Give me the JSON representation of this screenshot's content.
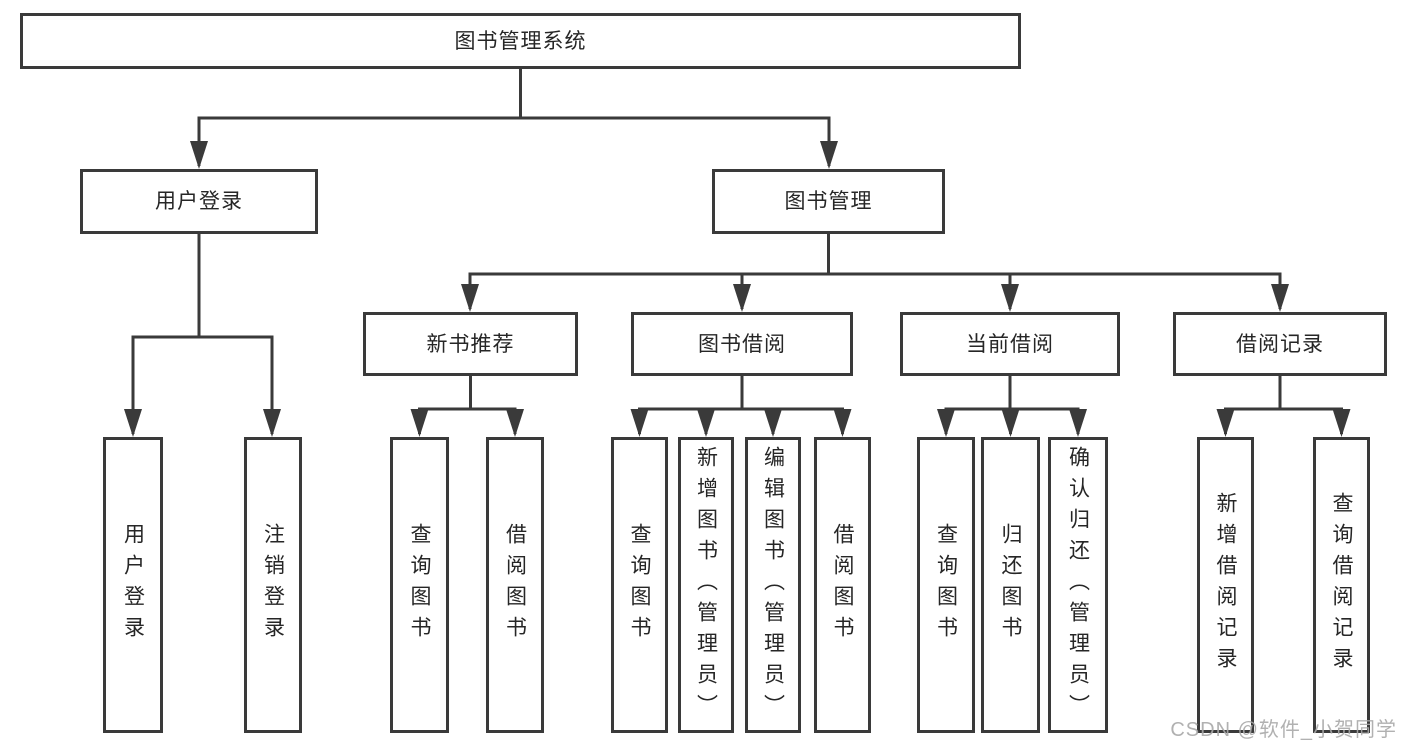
{
  "colors": {
    "line": "#3a3a3a",
    "box_border": "#3a3a3a",
    "text": "#262626",
    "watermark": "#a9a9a9",
    "background": "#ffffff"
  },
  "watermark": "CSDN @软件_小贺同学",
  "tree": {
    "label": "图书管理系统",
    "children": [
      {
        "label": "用户登录",
        "children": [
          {
            "label": "用户登录"
          },
          {
            "label": "注销登录"
          }
        ]
      },
      {
        "label": "图书管理",
        "children": [
          {
            "label": "新书推荐",
            "children": [
              {
                "label": "查询图书"
              },
              {
                "label": "借阅图书"
              }
            ]
          },
          {
            "label": "图书借阅",
            "children": [
              {
                "label": "查询图书"
              },
              {
                "label": "新增图书（管理员）"
              },
              {
                "label": "编辑图书（管理员）"
              },
              {
                "label": "借阅图书"
              }
            ]
          },
          {
            "label": "当前借阅",
            "children": [
              {
                "label": "查询图书"
              },
              {
                "label": "归还图书"
              },
              {
                "label": "确认归还（管理员）"
              }
            ]
          },
          {
            "label": "借阅记录",
            "children": [
              {
                "label": "新增借阅记录"
              },
              {
                "label": "查询借阅记录"
              }
            ]
          }
        ]
      }
    ]
  }
}
